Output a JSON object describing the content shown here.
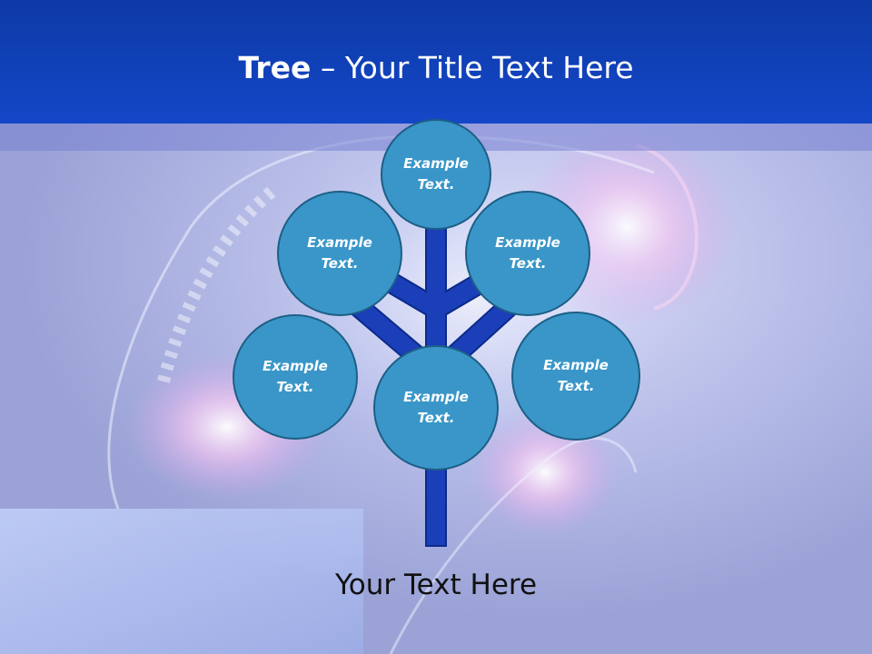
{
  "title": {
    "bold": "Tree",
    "rest": " – Your Title Text Here"
  },
  "nodes": [
    {
      "id": "top",
      "label": "Example Text."
    },
    {
      "id": "upper-left",
      "label": "Example Text."
    },
    {
      "id": "upper-right",
      "label": "Example Text."
    },
    {
      "id": "mid-left",
      "label": "Example Text."
    },
    {
      "id": "center",
      "label": "Example Text."
    },
    {
      "id": "mid-right",
      "label": "Example Text."
    }
  ],
  "caption": "Your Text Here",
  "colors": {
    "header": "#1447c8",
    "node_fill": "#3a96c8",
    "node_border": "#1d5f86",
    "trunk": "#1a3fb8",
    "trunk_outline": "#0c2a8a"
  }
}
